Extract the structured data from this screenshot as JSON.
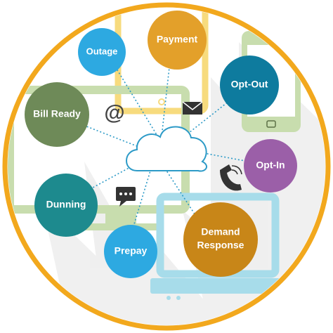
{
  "nodes": {
    "payment": "Payment",
    "outage": "Outage",
    "opt_out": "Opt-Out",
    "bill_ready": "Bill Ready",
    "opt_in": "Opt-In",
    "dunning": "Dunning",
    "demand_response_1": "Demand",
    "demand_response_2": "Response",
    "prepay": "Prepay"
  },
  "icons": {
    "email_at": "@",
    "envelope": "envelope-icon",
    "phone": "phone-icon",
    "chat": "chat-bubble-icon",
    "cloud": "cloud-icon"
  },
  "colors": {
    "ring": "#F2A81D",
    "payment": "#E3A02A",
    "outage": "#2DA9E1",
    "opt_out": "#0E7B9E",
    "bill_ready": "#6E8A58",
    "opt_in": "#9B5FA8",
    "dunning": "#1D8A8E",
    "demand_response": "#C88618",
    "prepay": "#2DA9E1",
    "device_yellow": "#F7DB7E",
    "device_green": "#C8DDAE",
    "device_blue": "#A7DCEA",
    "connector": "#2C9AC7"
  }
}
